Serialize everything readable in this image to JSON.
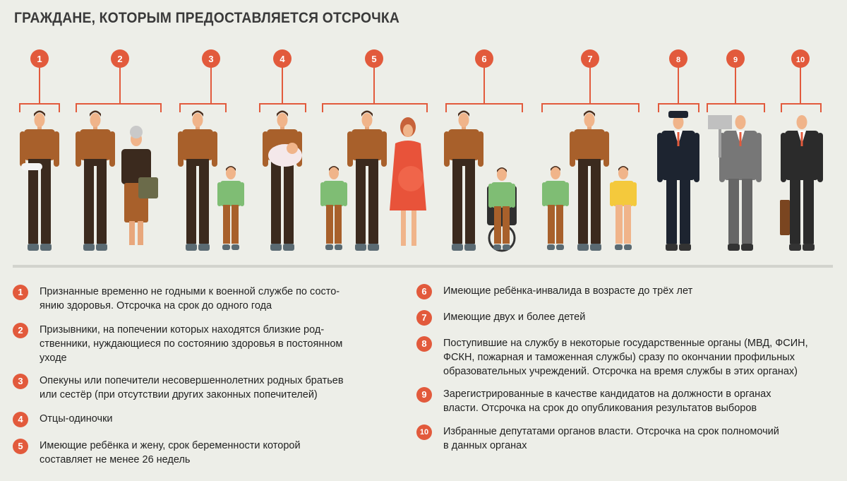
{
  "title": "ГРАЖДАНЕ, КОТОРЫМ ПРЕДОСТАВЛЯЕТСЯ ОТСРОЧКА",
  "colors": {
    "accent": "#e25a3c",
    "shirt": "#a8602b",
    "pants": "#3b2a1e",
    "background": "#edeee8"
  },
  "numbers": [
    "1",
    "2",
    "3",
    "4",
    "5",
    "6",
    "7",
    "8",
    "9",
    "10"
  ],
  "legend": [
    {
      "num": "1",
      "lines": [
        "Признанные временно не годными к военной службе по состо-",
        "янию здоровья. Отсрочка на срок до одного года"
      ]
    },
    {
      "num": "2",
      "lines": [
        "Призывники, на попечении которых находятся близкие род-",
        "ственники, нуждающиеся по состоянию здоровья в постоянном",
        "уходе"
      ]
    },
    {
      "num": "3",
      "lines": [
        "Опекуны или попечители несовершеннолетних родных братьев",
        "или сестёр (при отсутствии других законных попечителей)"
      ]
    },
    {
      "num": "4",
      "lines": [
        "Отцы-одиночки"
      ]
    },
    {
      "num": "5",
      "lines": [
        "Имеющие ребёнка и жену, срок беременности которой",
        "составляет не менее 26 недель"
      ]
    },
    {
      "num": "6",
      "lines": [
        "Имеющие ребёнка-инвалида в возрасте до трёх лет"
      ]
    },
    {
      "num": "7",
      "lines": [
        "Имеющие двух и более детей"
      ]
    },
    {
      "num": "8",
      "lines": [
        "Поступившие на службу в некоторые государственные органы (МВД, ФСИН,",
        "ФСКН, пожарная и таможенная службы) сразу по окончании профильных",
        "образовательных учреждений. Отсрочка на время службы в этих органах)"
      ]
    },
    {
      "num": "9",
      "lines": [
        "Зарегистрированные в качестве кандидатов на должности в органах",
        "власти. Отсрочка на срок до опубликования результатов выборов"
      ]
    },
    {
      "num": "10",
      "lines": [
        "Избранные депутатами органов власти. Отсрочка на срок полномочий",
        "в данных органах"
      ]
    }
  ]
}
